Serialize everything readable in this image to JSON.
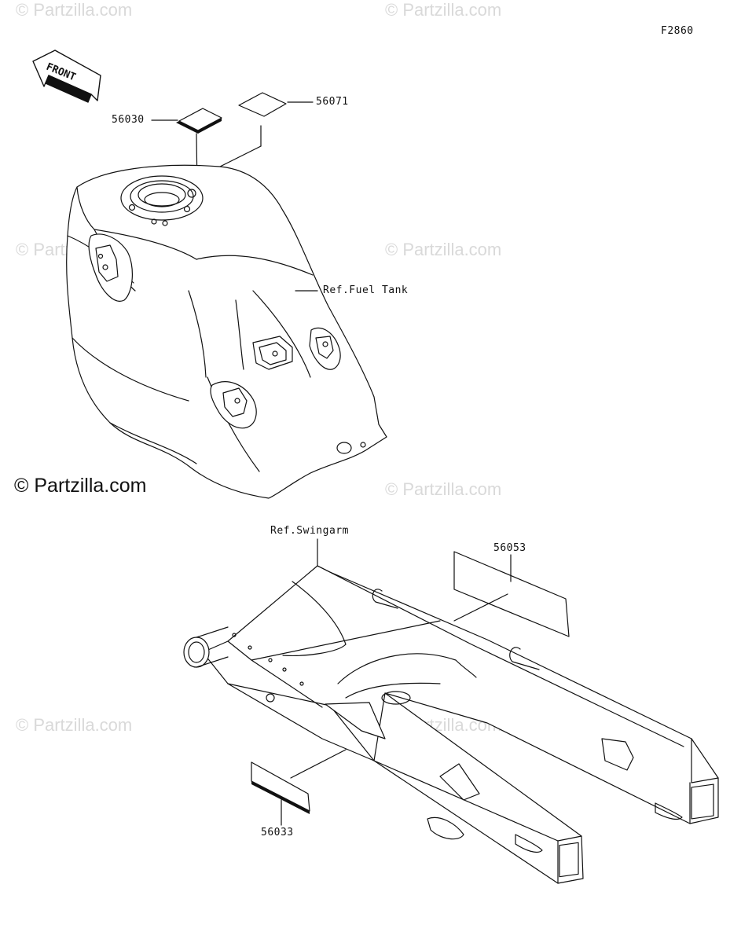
{
  "figure_code": "F2860",
  "front_arrow_label": "FRONT",
  "watermark": "© Partzilla.com",
  "callouts": {
    "p56030": "56030",
    "p56071": "56071",
    "p56053": "56053",
    "p56033": "56033",
    "ref_fuel_tank": "Ref.Fuel Tank",
    "ref_swingarm": "Ref.Swingarm"
  }
}
